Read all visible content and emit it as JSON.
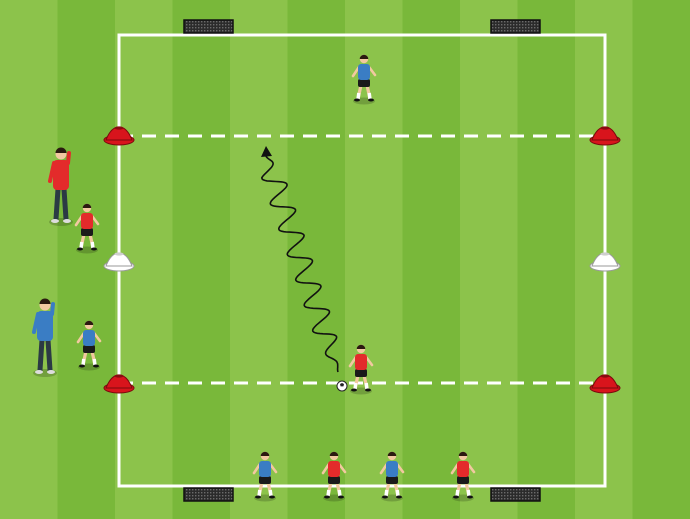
{
  "diagram": {
    "type": "soccer-drill",
    "colors": {
      "grass_light": "#8cc34b",
      "grass_dark": "#79b83a",
      "line": "#ffffff",
      "cone_red": "#d8141c",
      "cone_white": "#ffffff",
      "team_red": "#e32b2b",
      "team_blue": "#3a7dc4",
      "shorts": "#1a1a1a",
      "goal": "#2a2a2a",
      "path": "#111111"
    },
    "mini_goals": [
      "top-left",
      "top-right",
      "bottom-left",
      "bottom-right"
    ],
    "cones": [
      {
        "id": "cone-top-left",
        "color": "red"
      },
      {
        "id": "cone-top-right",
        "color": "red"
      },
      {
        "id": "cone-mid-left",
        "color": "white"
      },
      {
        "id": "cone-mid-right",
        "color": "white"
      },
      {
        "id": "cone-bottom-left",
        "color": "red"
      },
      {
        "id": "cone-bottom-right",
        "color": "red"
      }
    ],
    "players": [
      {
        "id": "blue-defender-top",
        "team": "blue"
      },
      {
        "id": "red-attacker-dribbling",
        "team": "red",
        "with_ball": true
      },
      {
        "id": "blue-waiting-1",
        "team": "blue"
      },
      {
        "id": "red-waiting-1",
        "team": "red"
      },
      {
        "id": "blue-waiting-2",
        "team": "blue"
      },
      {
        "id": "red-waiting-2",
        "team": "red"
      },
      {
        "id": "red-sideline",
        "team": "red"
      },
      {
        "id": "blue-sideline",
        "team": "blue"
      }
    ],
    "coaches": [
      {
        "id": "coach-red",
        "shirt": "red"
      },
      {
        "id": "coach-blue",
        "shirt": "blue"
      }
    ],
    "dribble_path": "wavy-arrow-from-attacker-to-top-zone"
  }
}
